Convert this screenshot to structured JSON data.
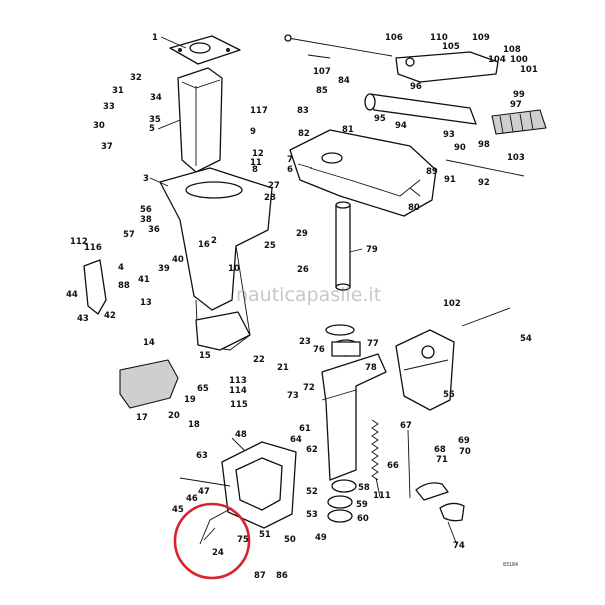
{
  "watermark": "nauticapasile.it",
  "drawing_code": "83184",
  "highlight_color": "#d8232a",
  "highlighted_part": "24",
  "part_labels": {
    "l1": "1",
    "l2": "2",
    "l3": "3",
    "l4": "4",
    "l5": "5",
    "l6": "6",
    "l7": "7",
    "l8": "8",
    "l9": "9",
    "l10": "10",
    "l11": "11",
    "l12": "12",
    "l13": "13",
    "l14": "14",
    "l15": "15",
    "l16": "16",
    "l17": "17",
    "l18": "18",
    "l19": "19",
    "l20": "20",
    "l21": "21",
    "l22": "22",
    "l23": "23",
    "l24": "24",
    "l25": "25",
    "l26": "26",
    "l27": "27",
    "l28": "28",
    "l29": "29",
    "l30": "30",
    "l31": "31",
    "l32": "32",
    "l33": "33",
    "l34": "34",
    "l35": "35",
    "l36": "36",
    "l37": "37",
    "l38": "38",
    "l39": "39",
    "l40": "40",
    "l41": "41",
    "l42": "42",
    "l43": "43",
    "l44": "44",
    "l45": "45",
    "l46": "46",
    "l47": "47",
    "l48": "48",
    "l49": "49",
    "l50": "50",
    "l51": "51",
    "l52": "52",
    "l53": "53",
    "l54": "54",
    "l55": "55",
    "l56": "56",
    "l57": "57",
    "l58": "58",
    "l59": "59",
    "l60": "60",
    "l61": "61",
    "l62": "62",
    "l63": "63",
    "l64": "64",
    "l65": "65",
    "l66": "66",
    "l67": "67",
    "l68": "68",
    "l69": "69",
    "l70": "70",
    "l71": "71",
    "l72": "72",
    "l73": "73",
    "l74": "74",
    "l75": "75",
    "l76": "76",
    "l77": "77",
    "l78": "78",
    "l79": "79",
    "l80": "80",
    "l81": "81",
    "l82": "82",
    "l83": "83",
    "l84": "84",
    "l85": "85",
    "l86": "86",
    "l87": "87",
    "l88": "88",
    "l89": "89",
    "l90": "90",
    "l91": "91",
    "l92": "92",
    "l93": "93",
    "l94": "94",
    "l95": "95",
    "l96": "96",
    "l97": "97",
    "l98": "98",
    "l99": "99",
    "l100": "100",
    "l101": "101",
    "l102": "102",
    "l103": "103",
    "l104": "104",
    "l105": "105",
    "l106": "106",
    "l107": "107",
    "l108": "108",
    "l109": "109",
    "l110": "110",
    "l111": "111",
    "l112": "112",
    "l113": "113",
    "l114": "114",
    "l115": "115",
    "l116": "116",
    "l117": "117"
  }
}
